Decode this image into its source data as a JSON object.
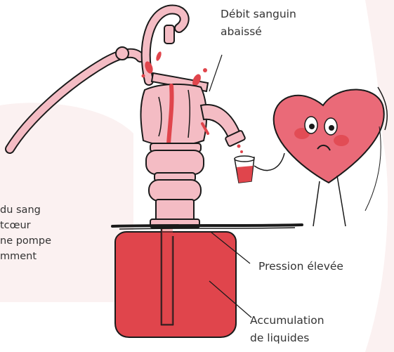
{
  "labels": {
    "blood_flow": [
      "Débit sanguin",
      "abaissé"
    ],
    "high_pressure": "Pression élevée",
    "fluid_buildup": [
      "Accumulation",
      "de liquides"
    ]
  },
  "left_text_lines": [
    "du sang",
    "tcœur",
    "ne pompe",
    "mment"
  ],
  "colors": {
    "pump_pink": "#f4bcc4",
    "heart_red": "#ea6a78",
    "blood_red": "#e0454c",
    "outline": "#1a1a1a",
    "background_blush": "#fbf1f1"
  }
}
